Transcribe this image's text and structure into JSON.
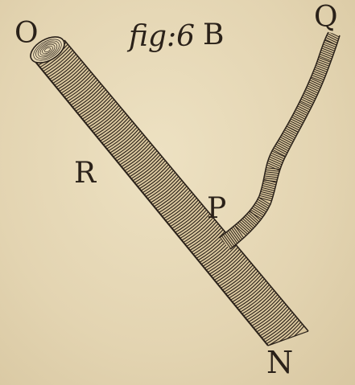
{
  "figure": {
    "caption": "fig:6",
    "labels": {
      "B": "B",
      "O": "O",
      "Q": "Q",
      "R": "R",
      "P": "P",
      "N": "N"
    }
  },
  "colors": {
    "paper": "#e6d8b6",
    "ink": "#2a2119"
  },
  "parts": [
    "main-vessel",
    "branch-vessel"
  ]
}
